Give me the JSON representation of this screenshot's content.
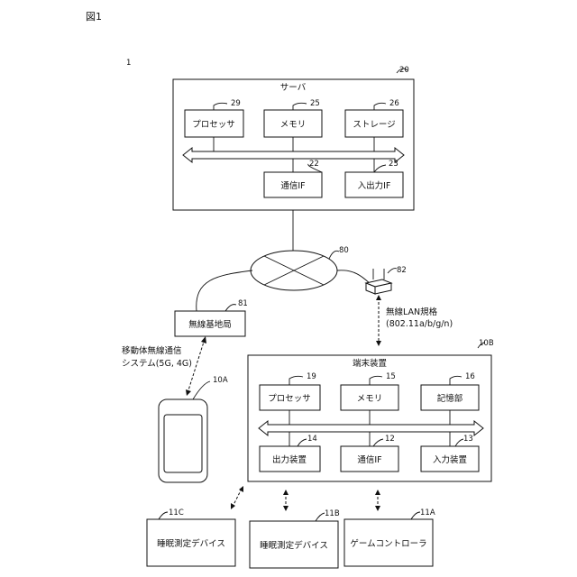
{
  "figure_label": "図1",
  "system_ref": "1",
  "server": {
    "label": "サーバ",
    "ref": "20"
  },
  "processor_s": {
    "label": "プロセッサ",
    "ref": "29"
  },
  "memory_s": {
    "label": "メモリ",
    "ref": "25"
  },
  "storage_s": {
    "label": "ストレージ",
    "ref": "26"
  },
  "comm_if_s": {
    "label": "通信IF",
    "ref": "22"
  },
  "io_if_s": {
    "label": "入出力IF",
    "ref": "23"
  },
  "network": {
    "ref": "80"
  },
  "wireless_base": {
    "label": "無線基地局",
    "ref": "81"
  },
  "router": {
    "ref": "82"
  },
  "wlan": {
    "line1": "無線LAN規格",
    "line2": "(802.11a/b/g/n)"
  },
  "mobile": {
    "line1": "移動体無線通信",
    "line2": "システム(5G, 4G)"
  },
  "smartphone": {
    "ref": "10A"
  },
  "terminal": {
    "label": "端末装置",
    "ref": "10B"
  },
  "processor_t": {
    "label": "プロセッサ",
    "ref": "19"
  },
  "memory_t": {
    "label": "メモリ",
    "ref": "15"
  },
  "storage_t": {
    "label": "記憶部",
    "ref": "16"
  },
  "output_t": {
    "label": "出力装置",
    "ref": "14"
  },
  "comm_if_t": {
    "label": "通信IF",
    "ref": "12"
  },
  "input_t": {
    "label": "入力装置",
    "ref": "13"
  },
  "sleep_c": {
    "label": "睡眠測定デバイス",
    "ref": "11C"
  },
  "sleep_b": {
    "label": "睡眠測定デバイス",
    "ref": "11B"
  },
  "game": {
    "label": "ゲームコントローラ",
    "ref": "11A"
  }
}
